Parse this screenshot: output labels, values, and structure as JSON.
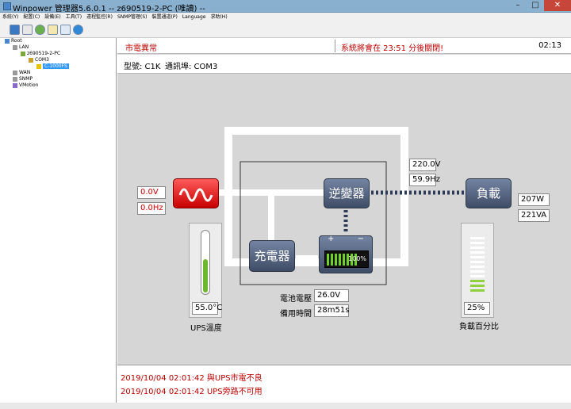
{
  "window": {
    "title": "Winpower 管理器5.6.0.1 -- z690519-2-PC (唯讀) --"
  },
  "menu": [
    "系統(Y)",
    "配置(C)",
    "設備(E)",
    "工具(T)",
    "遠程監控(R)",
    "SNMP管理(S)",
    "裝置通道(P)",
    "Language",
    "求助(H)"
  ],
  "tree": {
    "root": "Root",
    "lan": "LAN",
    "pc": "z690519-2-PC",
    "com": "COM3",
    "device": "C-1000FS",
    "wan": "WAN",
    "snmp": "SNMP",
    "vmotion": "VMotion"
  },
  "status": {
    "mains": "市電異常",
    "shutdown": "系統將會在 23:51 分後關閉!",
    "clock": "02:13"
  },
  "info": {
    "model": "型號: C1K",
    "port": "通訊埠: COM3"
  },
  "input": {
    "voltage": "0.0V",
    "frequency": "0.0Hz"
  },
  "output": {
    "voltage": "220.0V",
    "frequency": "59.9Hz"
  },
  "load": {
    "watts": "207W",
    "va": "221VA",
    "percent_text": "25%",
    "percent": 0.25,
    "label": "負載百分比"
  },
  "blocks": {
    "inverter": "逆變器",
    "load": "負載",
    "charger": "充電器"
  },
  "battery": {
    "level_text": "100%",
    "level": 1.0,
    "voltage_label": "電池電壓",
    "voltage": "26.0V",
    "runtime_label": "備用時間",
    "runtime": "28m51s",
    "plus": "+",
    "minus": "−"
  },
  "temperature": {
    "value": "55.0°C",
    "label": "UPS溫度",
    "level": 0.55
  },
  "log": [
    "2019/10/04 02:01:42  與UPS市電不良",
    "2019/10/04 02:01:42  UPS旁路不可用"
  ]
}
